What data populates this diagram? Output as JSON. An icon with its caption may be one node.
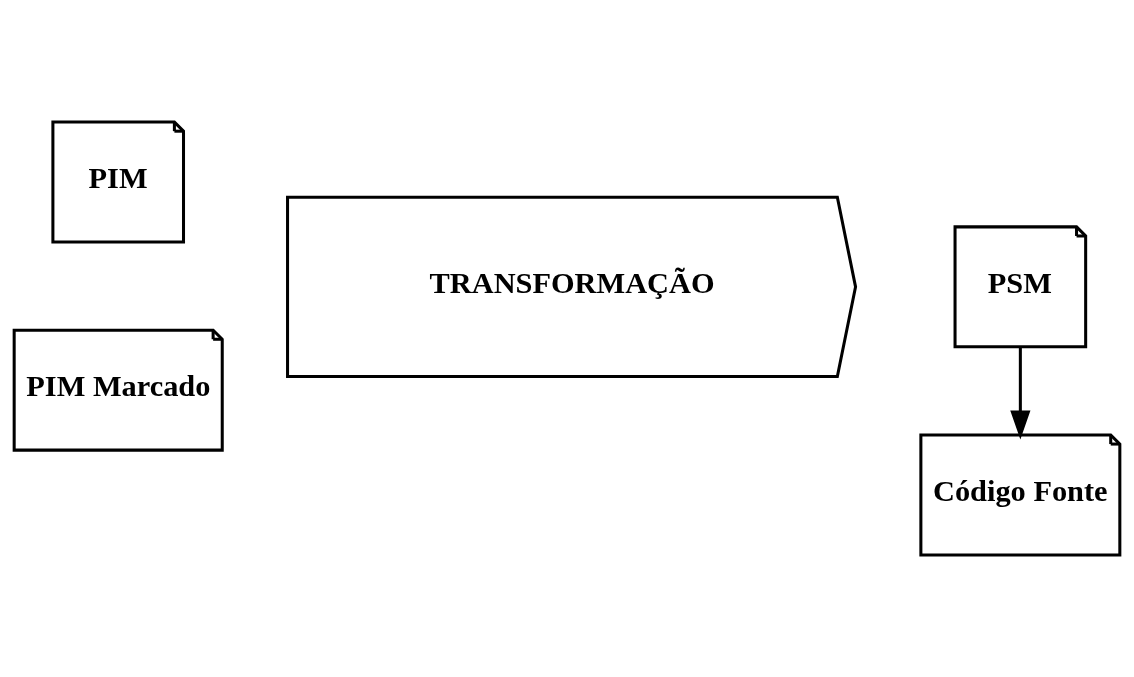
{
  "diagram": {
    "nodes": [
      {
        "text": [
          "PIM"
        ]
      },
      {
        "text": [
          "PIM Marcado"
        ]
      },
      {
        "text": [
          "TRANSFORMAÇÃO"
        ]
      },
      {
        "text": [
          "PSM"
        ]
      },
      {
        "text": [
          "Código Fonte"
        ]
      }
    ],
    "edges": [
      {
        "from": 3,
        "to": 4,
        "arrow": "to"
      }
    ]
  }
}
